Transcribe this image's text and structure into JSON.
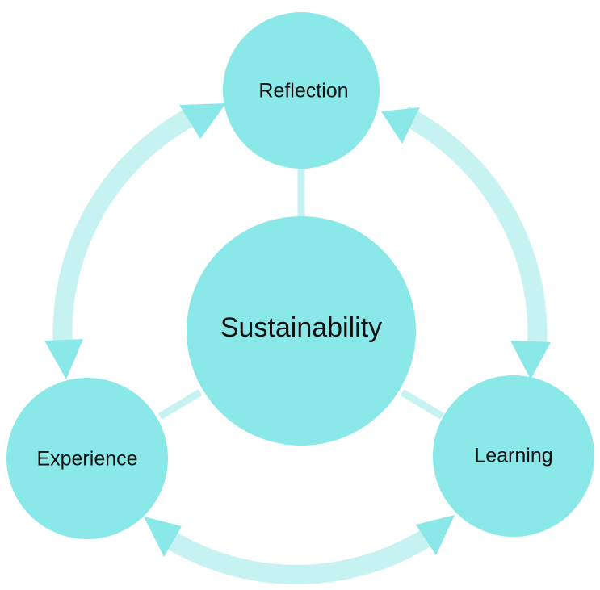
{
  "diagram": {
    "center": {
      "label": "Sustainability"
    },
    "nodes": [
      {
        "id": "reflection",
        "label": "Reflection"
      },
      {
        "id": "learning",
        "label": "Learning"
      },
      {
        "id": "experience",
        "label": "Experience"
      }
    ],
    "colors": {
      "node": "#8AE8E8",
      "arc": "#C6F2F2",
      "arrow": "#8AE8E8",
      "connector": "#C6F2F2"
    }
  }
}
